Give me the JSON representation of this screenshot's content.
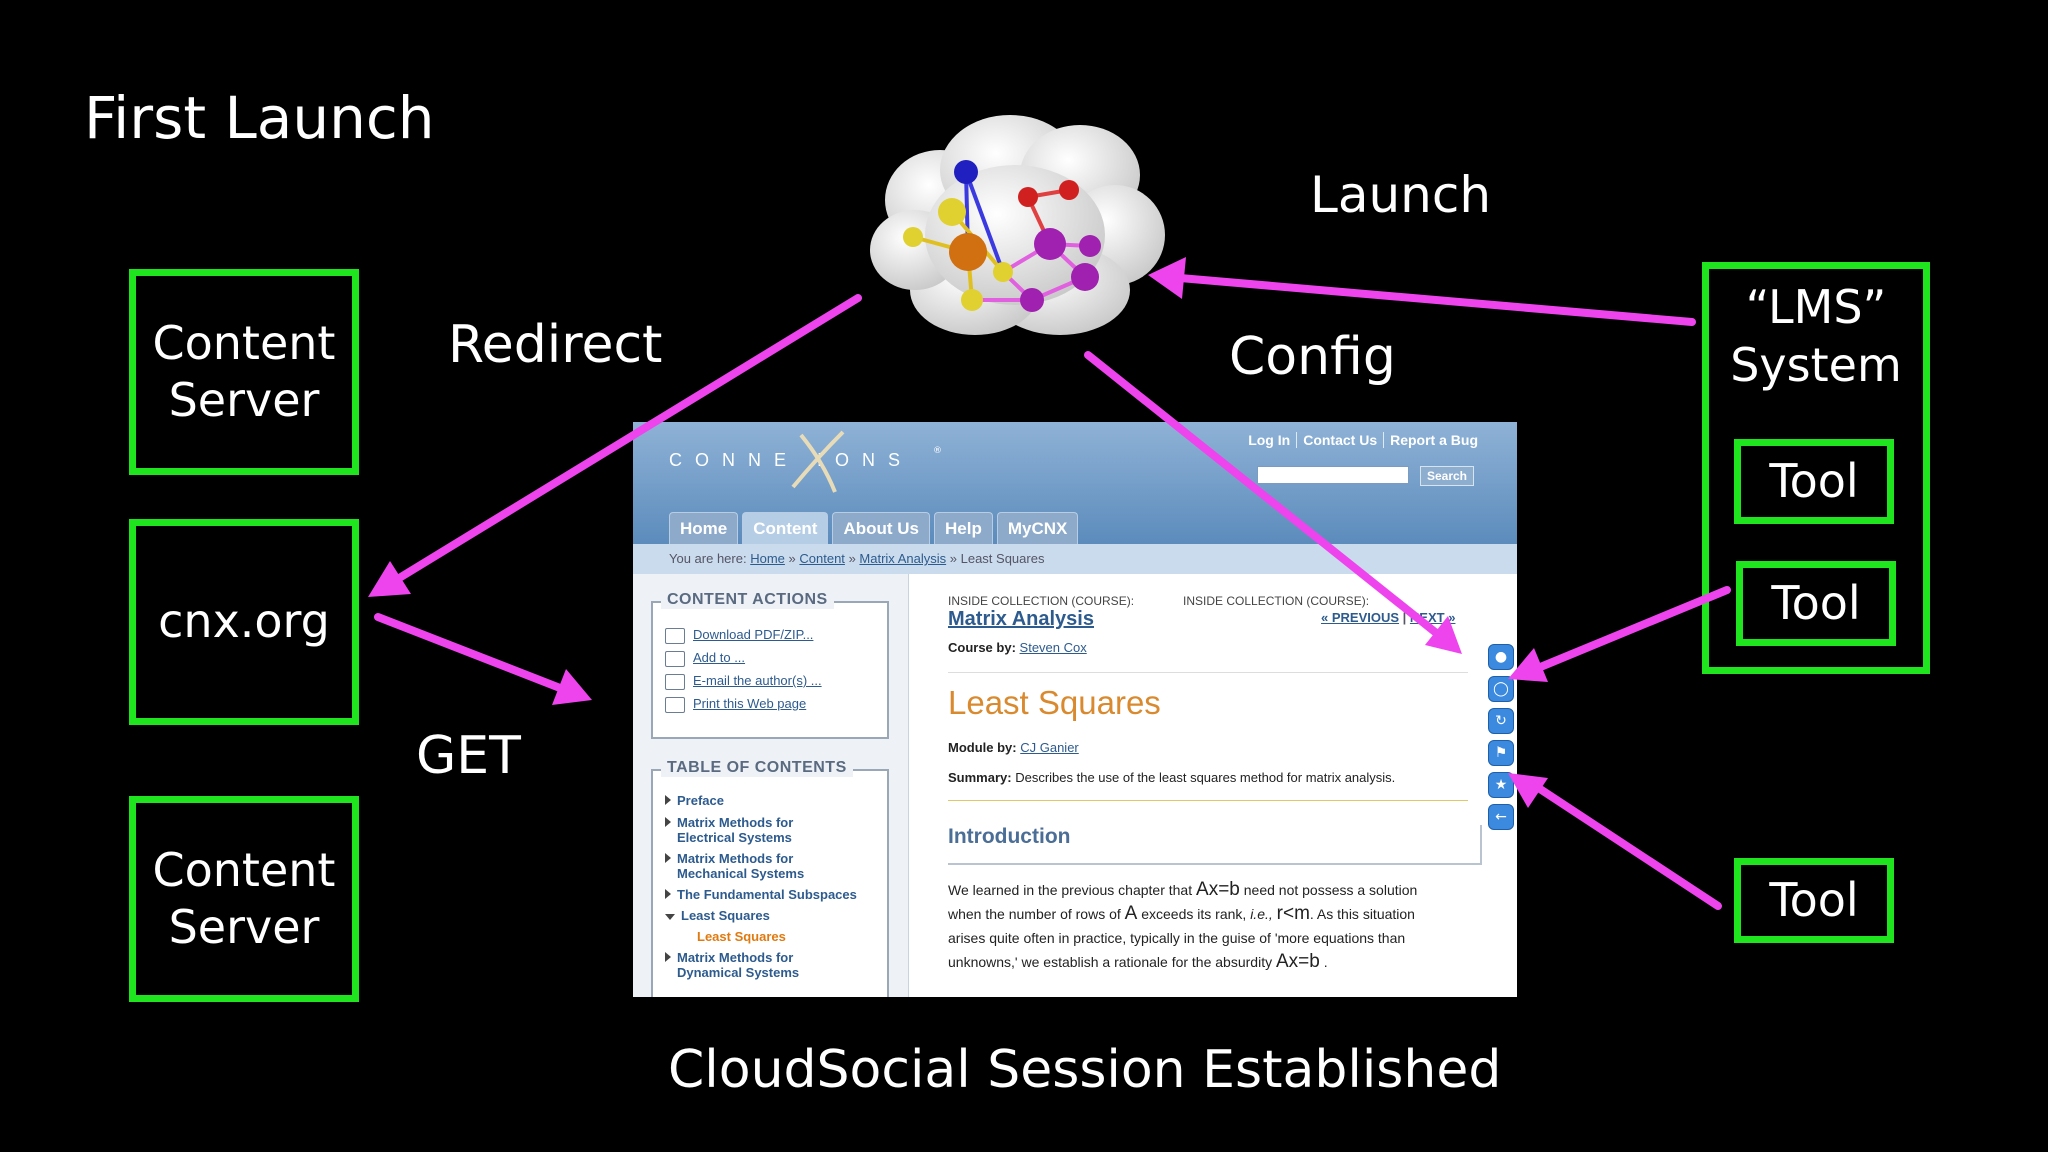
{
  "slide": {
    "title": "First Launch",
    "footer": "CloudSocial Session Established",
    "labels": {
      "launch": "Launch",
      "redirect": "Redirect",
      "config": "Config",
      "get": "GET"
    },
    "boxes": {
      "content_server_top": [
        "Content",
        "Server"
      ],
      "cnx": "cnx.org",
      "content_server_bottom": [
        "Content",
        "Server"
      ],
      "lms": [
        "“LMS”",
        "System"
      ],
      "tool_1": "Tool",
      "tool_2": "Tool",
      "tool_3": "Tool"
    },
    "colors": {
      "box_border": "#1fe51f",
      "arrow": "#ee44ee",
      "background": "#000000"
    }
  },
  "screenshot": {
    "logo": "CONNE  IONS",
    "logo_mark": "®",
    "top_links": [
      "Log In",
      "Contact Us",
      "Report a Bug"
    ],
    "search_label": "Search",
    "tabs": [
      "Home",
      "Content",
      "About Us",
      "Help",
      "MyCNX"
    ],
    "active_tab": "Content",
    "breadcrumb": {
      "prefix": "You are here:",
      "items": [
        "Home",
        "Content",
        "Matrix Analysis"
      ],
      "current": "Least Squares",
      "sep": "»"
    },
    "content_actions": {
      "title": "CONTENT ACTIONS",
      "items": [
        "Download PDF/ZIP...",
        "Add to ...",
        "E-mail the author(s) ...",
        "Print this Web page"
      ]
    },
    "toc": {
      "title": "TABLE OF CONTENTS",
      "items": [
        "Preface",
        "Matrix Methods for",
        "Electrical Systems",
        "Matrix Methods for",
        "Mechanical Systems",
        "The Fundamental Subspaces",
        "Least Squares",
        "Least Squares",
        "Matrix Methods for",
        "Dynamical Systems"
      ]
    },
    "main": {
      "inside_collection": "INSIDE COLLECTION (COURSE):",
      "collection_title": "Matrix Analysis",
      "course_by_label": "Course by:",
      "course_by": "Steven Cox",
      "prev": "« PREVIOUS",
      "next": "NEXT »",
      "module_title": "Least Squares",
      "module_by_label": "Module by:",
      "module_by": "CJ Ganier",
      "summary_label": "Summary:",
      "summary": "Describes the use of the least squares method for matrix analysis.",
      "intro_title": "Introduction",
      "p1": "We learned in the previous chapter that",
      "p1_math": "Ax=b",
      "p1b": "need not possess a solution",
      "p2a": "when the number of rows of",
      "p2_A": "A",
      "p2b": "exceeds its rank,",
      "p2_ie": "i.e.,",
      "p2_rm": "r<m",
      "p2c": ". As this situation",
      "p3": "arises quite often in practice, typically in the guise of 'more equations than",
      "p4": "unknowns,' we establish a rationale for the absurdity",
      "p4_math": "Ax=b",
      "p4_end": "."
    },
    "side_tools": [
      "person-icon",
      "comment-icon",
      "refresh-icon",
      "flag-icon",
      "star-icon",
      "back-arrow-icon"
    ]
  }
}
